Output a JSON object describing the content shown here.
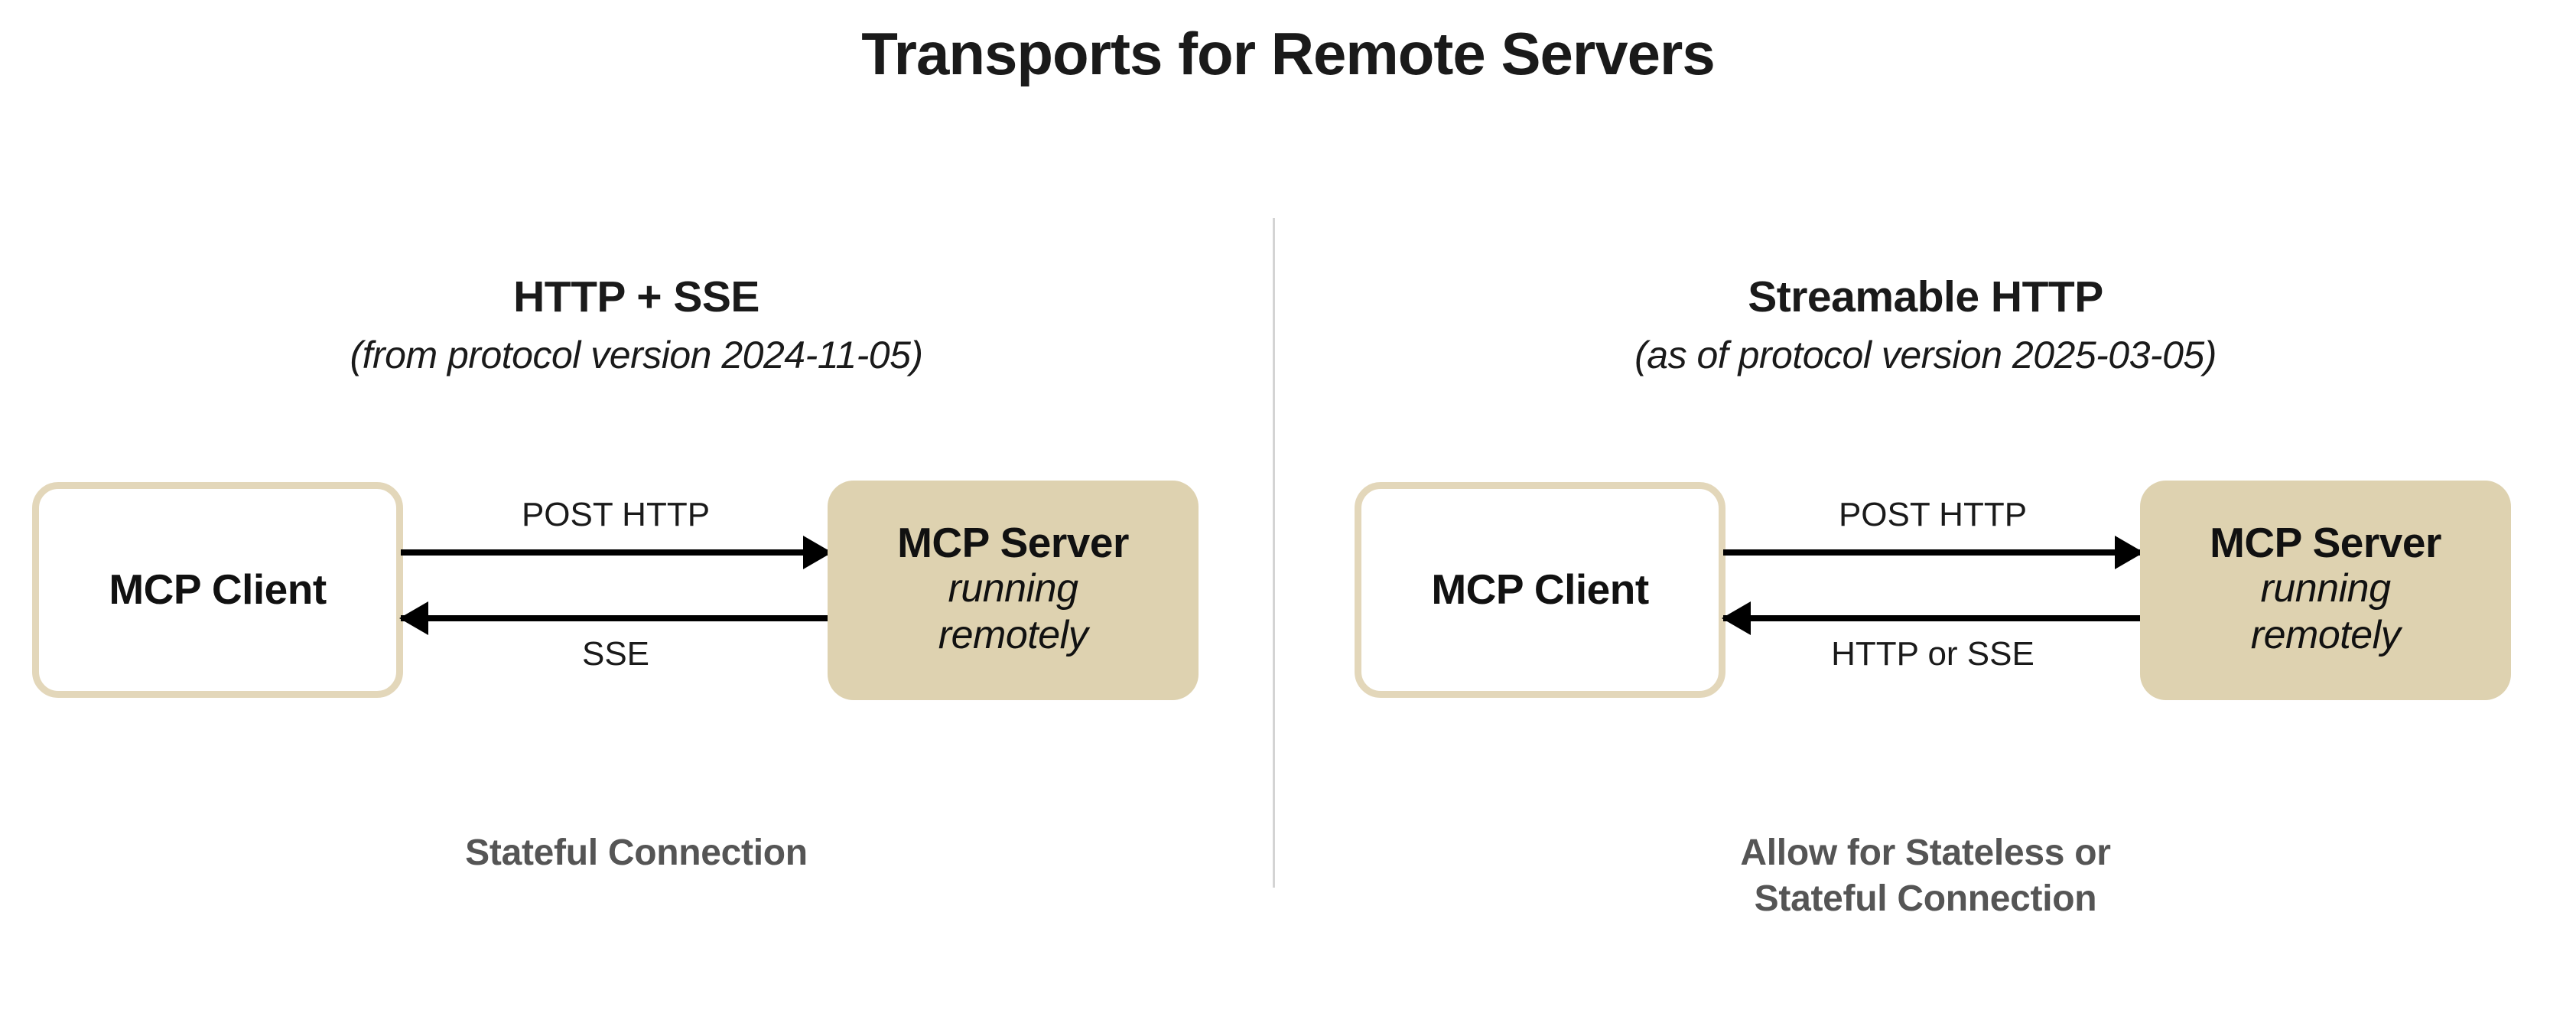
{
  "title": "Transports for Remote Servers",
  "colors": {
    "server_fill": "#ded2b0",
    "client_border": "#e3d7ba",
    "divider": "#d4d4d4",
    "caption_text": "#555555",
    "title_text": "#1a1a1a",
    "arrow": "#000000",
    "background": "#ffffff"
  },
  "panels": [
    {
      "heading": "HTTP + SSE",
      "subheading": "(from protocol version 2024-11-05)",
      "client": {
        "title": "MCP Client"
      },
      "server": {
        "title": "MCP Server",
        "subtitle_line1": "running",
        "subtitle_line2": "remotely"
      },
      "arrows": {
        "outbound_label": "POST HTTP",
        "outbound_direction": "client-to-server",
        "inbound_label": "SSE",
        "inbound_direction": "server-to-client"
      },
      "caption_line1": "Stateful Connection",
      "caption_line2": ""
    },
    {
      "heading": "Streamable HTTP",
      "subheading": "(as of protocol version 2025-03-05)",
      "client": {
        "title": "MCP Client"
      },
      "server": {
        "title": "MCP Server",
        "subtitle_line1": "running",
        "subtitle_line2": "remotely"
      },
      "arrows": {
        "outbound_label": "POST HTTP",
        "outbound_direction": "client-to-server",
        "inbound_label": "HTTP or SSE",
        "inbound_direction": "server-to-client"
      },
      "caption_line1": "Allow for Stateless or",
      "caption_line2": "Stateful Connection"
    }
  ]
}
